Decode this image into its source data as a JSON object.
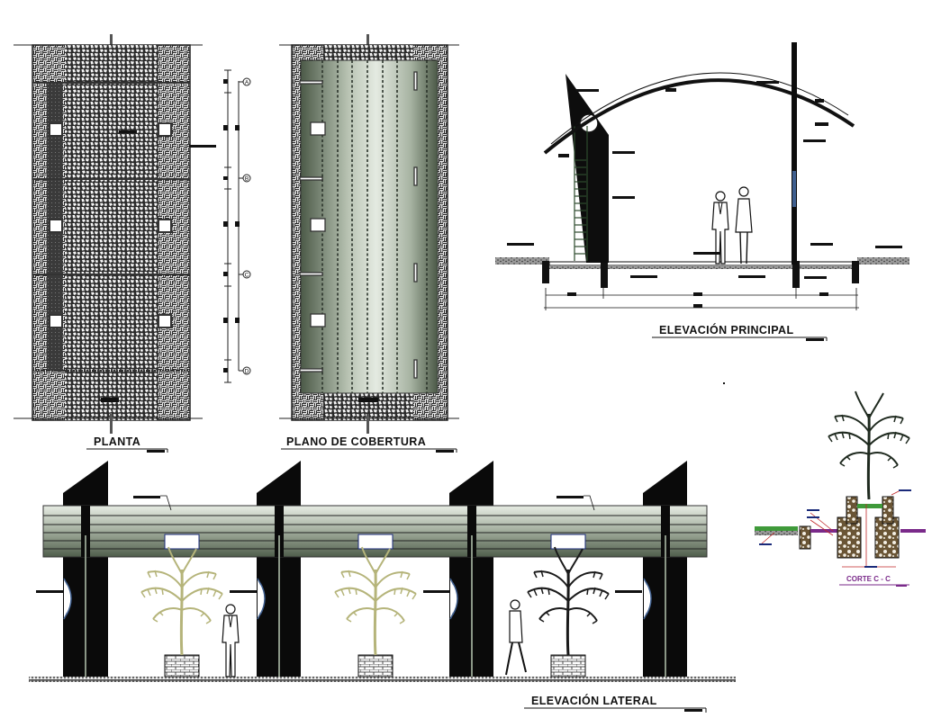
{
  "document": {
    "type": "architectural drawing sheet",
    "colors": {
      "ink": "#111111",
      "roof_green_dark": "#4e5e4a",
      "roof_green_light": "#dfe6dc",
      "palm_olive": "#b5b47a",
      "palm_dark": "#1f2a1f",
      "glass_blue": "#3f5f8f",
      "section_purple": "#7a2a8a",
      "section_red": "#c0282a",
      "grass_green": "#3f9a3a",
      "stone_brown": "#8a6b45"
    }
  },
  "views": {
    "planta": {
      "title": "PLANTA",
      "grid_axes": [
        "A",
        "B",
        "C",
        "D"
      ]
    },
    "plano_cobertura": {
      "title": "PLANO DE COBERTURA"
    },
    "elevacion_principal": {
      "title": "ELEVACIÓN PRINCIPAL"
    },
    "corte_cc": {
      "title": "CORTE C - C"
    },
    "elevacion_lateral": {
      "title": "ELEVACIÓN LATERAL",
      "bays": 3,
      "planters": 3,
      "people": 2
    }
  }
}
